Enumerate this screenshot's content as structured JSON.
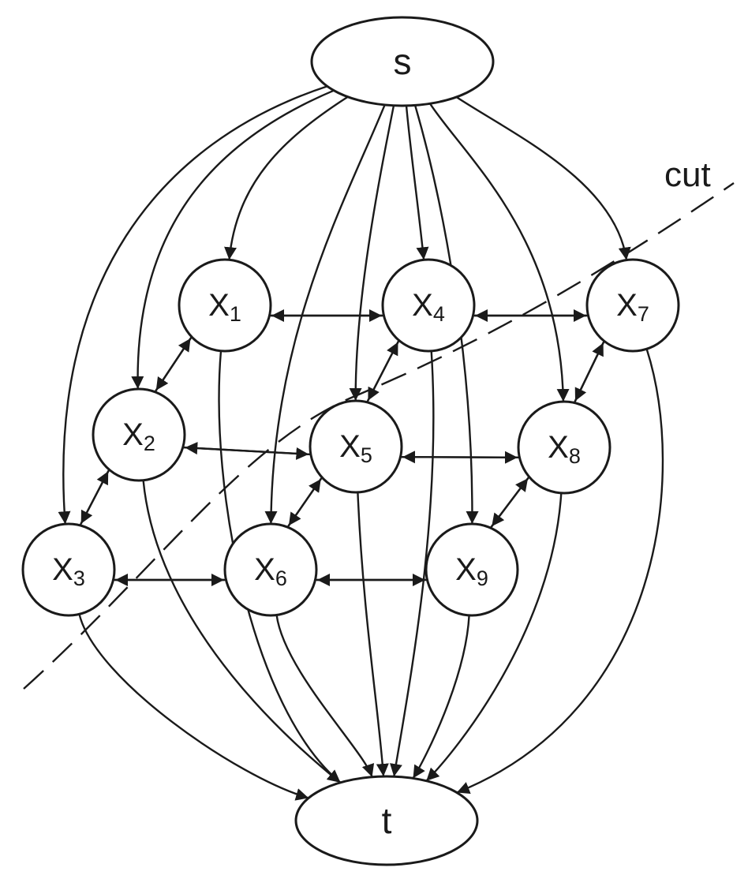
{
  "diagram": {
    "nodes": [
      {
        "id": "s",
        "label": "s",
        "shape": "ellipse"
      },
      {
        "id": "x1",
        "label": "X",
        "sub": "1",
        "shape": "circle"
      },
      {
        "id": "x2",
        "label": "X",
        "sub": "2",
        "shape": "circle"
      },
      {
        "id": "x3",
        "label": "X",
        "sub": "3",
        "shape": "circle"
      },
      {
        "id": "x4",
        "label": "X",
        "sub": "4",
        "shape": "circle"
      },
      {
        "id": "x5",
        "label": "X",
        "sub": "5",
        "shape": "circle"
      },
      {
        "id": "x6",
        "label": "X",
        "sub": "6",
        "shape": "circle"
      },
      {
        "id": "x7",
        "label": "X",
        "sub": "7",
        "shape": "circle"
      },
      {
        "id": "x8",
        "label": "X",
        "sub": "8",
        "shape": "circle"
      },
      {
        "id": "x9",
        "label": "X",
        "sub": "9",
        "shape": "circle"
      },
      {
        "id": "t",
        "label": "t",
        "shape": "ellipse"
      }
    ],
    "edges": [
      {
        "from": "s",
        "to": "x1"
      },
      {
        "from": "s",
        "to": "x2"
      },
      {
        "from": "s",
        "to": "x3"
      },
      {
        "from": "s",
        "to": "x4"
      },
      {
        "from": "s",
        "to": "x5"
      },
      {
        "from": "s",
        "to": "x6"
      },
      {
        "from": "s",
        "to": "x7"
      },
      {
        "from": "s",
        "to": "x8"
      },
      {
        "from": "s",
        "to": "x9"
      },
      {
        "from": "x1",
        "to": "t"
      },
      {
        "from": "x2",
        "to": "t"
      },
      {
        "from": "x3",
        "to": "t"
      },
      {
        "from": "x4",
        "to": "t"
      },
      {
        "from": "x5",
        "to": "t"
      },
      {
        "from": "x6",
        "to": "t"
      },
      {
        "from": "x7",
        "to": "t"
      },
      {
        "from": "x8",
        "to": "t"
      },
      {
        "from": "x9",
        "to": "t"
      },
      {
        "from": "x1",
        "to": "x4"
      },
      {
        "from": "x4",
        "to": "x1"
      },
      {
        "from": "x4",
        "to": "x7"
      },
      {
        "from": "x7",
        "to": "x4"
      },
      {
        "from": "x2",
        "to": "x5"
      },
      {
        "from": "x5",
        "to": "x2"
      },
      {
        "from": "x5",
        "to": "x8"
      },
      {
        "from": "x8",
        "to": "x5"
      },
      {
        "from": "x3",
        "to": "x6"
      },
      {
        "from": "x6",
        "to": "x3"
      },
      {
        "from": "x6",
        "to": "x9"
      },
      {
        "from": "x9",
        "to": "x6"
      },
      {
        "from": "x1",
        "to": "x2"
      },
      {
        "from": "x2",
        "to": "x1"
      },
      {
        "from": "x2",
        "to": "x3"
      },
      {
        "from": "x3",
        "to": "x2"
      },
      {
        "from": "x4",
        "to": "x5"
      },
      {
        "from": "x5",
        "to": "x4"
      },
      {
        "from": "x5",
        "to": "x6"
      },
      {
        "from": "x6",
        "to": "x5"
      },
      {
        "from": "x7",
        "to": "x8"
      },
      {
        "from": "x8",
        "to": "x7"
      },
      {
        "from": "x8",
        "to": "x9"
      },
      {
        "from": "x9",
        "to": "x8"
      }
    ],
    "cut": {
      "label": "cut",
      "style": "dashed"
    },
    "colors": {
      "stroke": "#1a1a1a",
      "background": "#ffffff"
    }
  }
}
